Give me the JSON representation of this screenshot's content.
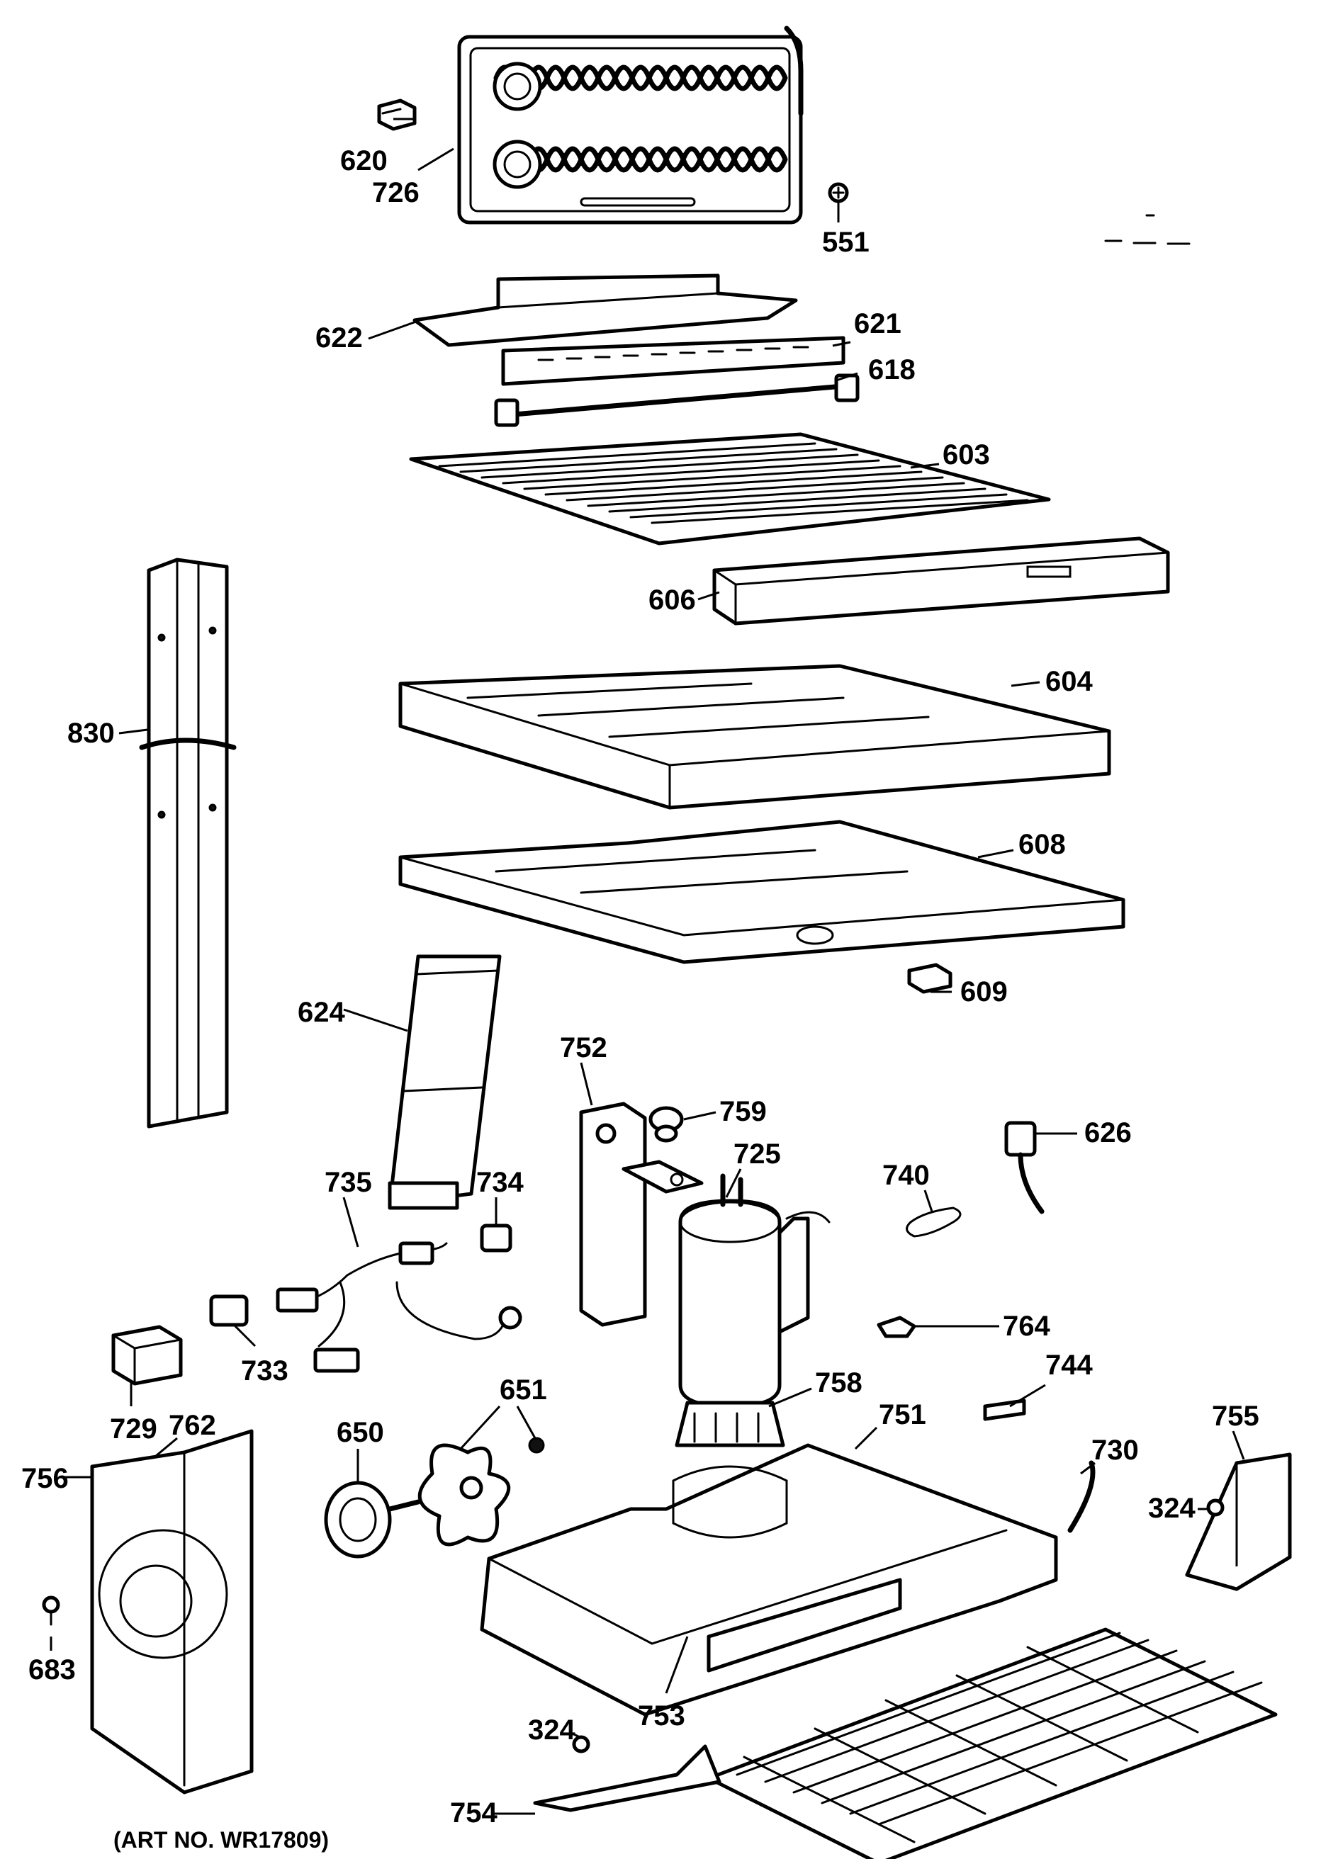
{
  "callouts": {
    "c620": "620",
    "c726": "726",
    "c551": "551",
    "c622": "622",
    "c621": "621",
    "c618": "618",
    "c603": "603",
    "c606": "606",
    "c604": "604",
    "c830": "830",
    "c608": "608",
    "c609": "609",
    "c624": "624",
    "c752": "752",
    "c759": "759",
    "c725": "725",
    "c626": "626",
    "c740": "740",
    "c734": "734",
    "c735": "735",
    "c733": "733",
    "c764": "764",
    "c729": "729",
    "c762": "762",
    "c651": "651",
    "c758": "758",
    "c744": "744",
    "c650": "650",
    "c751": "751",
    "c755": "755",
    "c756": "756",
    "c730": "730",
    "c324a": "324",
    "c683": "683",
    "c753": "753",
    "c324b": "324",
    "c754": "754"
  },
  "caption": "(ART NO. WR17809)"
}
